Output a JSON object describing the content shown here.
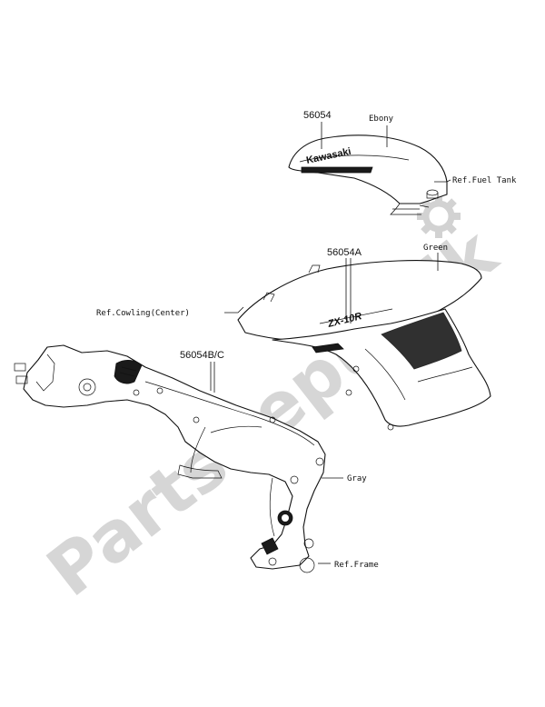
{
  "watermark": {
    "text": "PartsRepublik"
  },
  "parts": {
    "p1": "56054",
    "p2": "56054A",
    "p3": "56054B/C"
  },
  "labels": {
    "ebony": "Ebony",
    "fuel_tank": "Ref.Fuel Tank",
    "green": "Green",
    "cowling": "Ref.Cowling(Center)",
    "gray": "Gray",
    "frame": "Ref.Frame"
  },
  "decals": {
    "tank_logo": "Kawasaki",
    "cowl_logo": "ZX-10R"
  }
}
